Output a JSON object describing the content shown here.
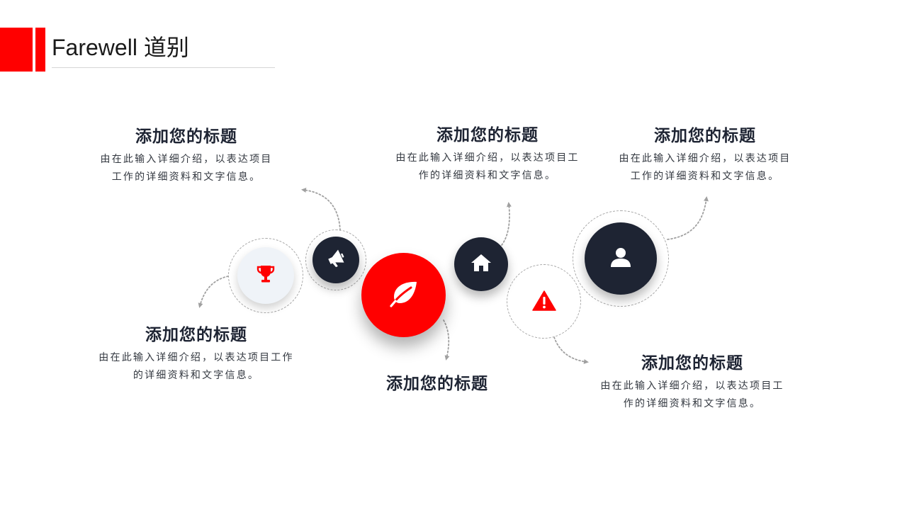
{
  "header": {
    "title": "Farewell 道别"
  },
  "colors": {
    "accent": "#ff0000",
    "navy": "#1e2433",
    "light": "#eff3f8",
    "dash": "#a7a7a7"
  },
  "items": [
    {
      "title": "添加您的标题",
      "desc_line1": "由在此输入详细介绍，以表达项目",
      "desc_line2": "工作的详细资料和文字信息。",
      "icon": "megaphone-icon"
    },
    {
      "title": "添加您的标题",
      "desc_line1": "由在此输入详细介绍，以表达项目工作",
      "desc_line2": "的详细资料和文字信息。",
      "icon": "trophy-icon"
    },
    {
      "title": "添加您的标题",
      "icon": "leaf-icon"
    },
    {
      "title": "添加您的标题",
      "desc_line1": "由在此输入详细介绍，以表达项目工",
      "desc_line2": "作的详细资料和文字信息。",
      "icon": "home-icon"
    },
    {
      "title": "添加您的标题",
      "desc_line1": "由在此输入详细介绍，以表达项目工",
      "desc_line2": "作的详细资料和文字信息。",
      "icon": "warning-icon"
    },
    {
      "title": "添加您的标题",
      "desc_line1": "由在此输入详细介绍，以表达项目",
      "desc_line2": "工作的详细资料和文字信息。",
      "icon": "user-icon"
    }
  ]
}
